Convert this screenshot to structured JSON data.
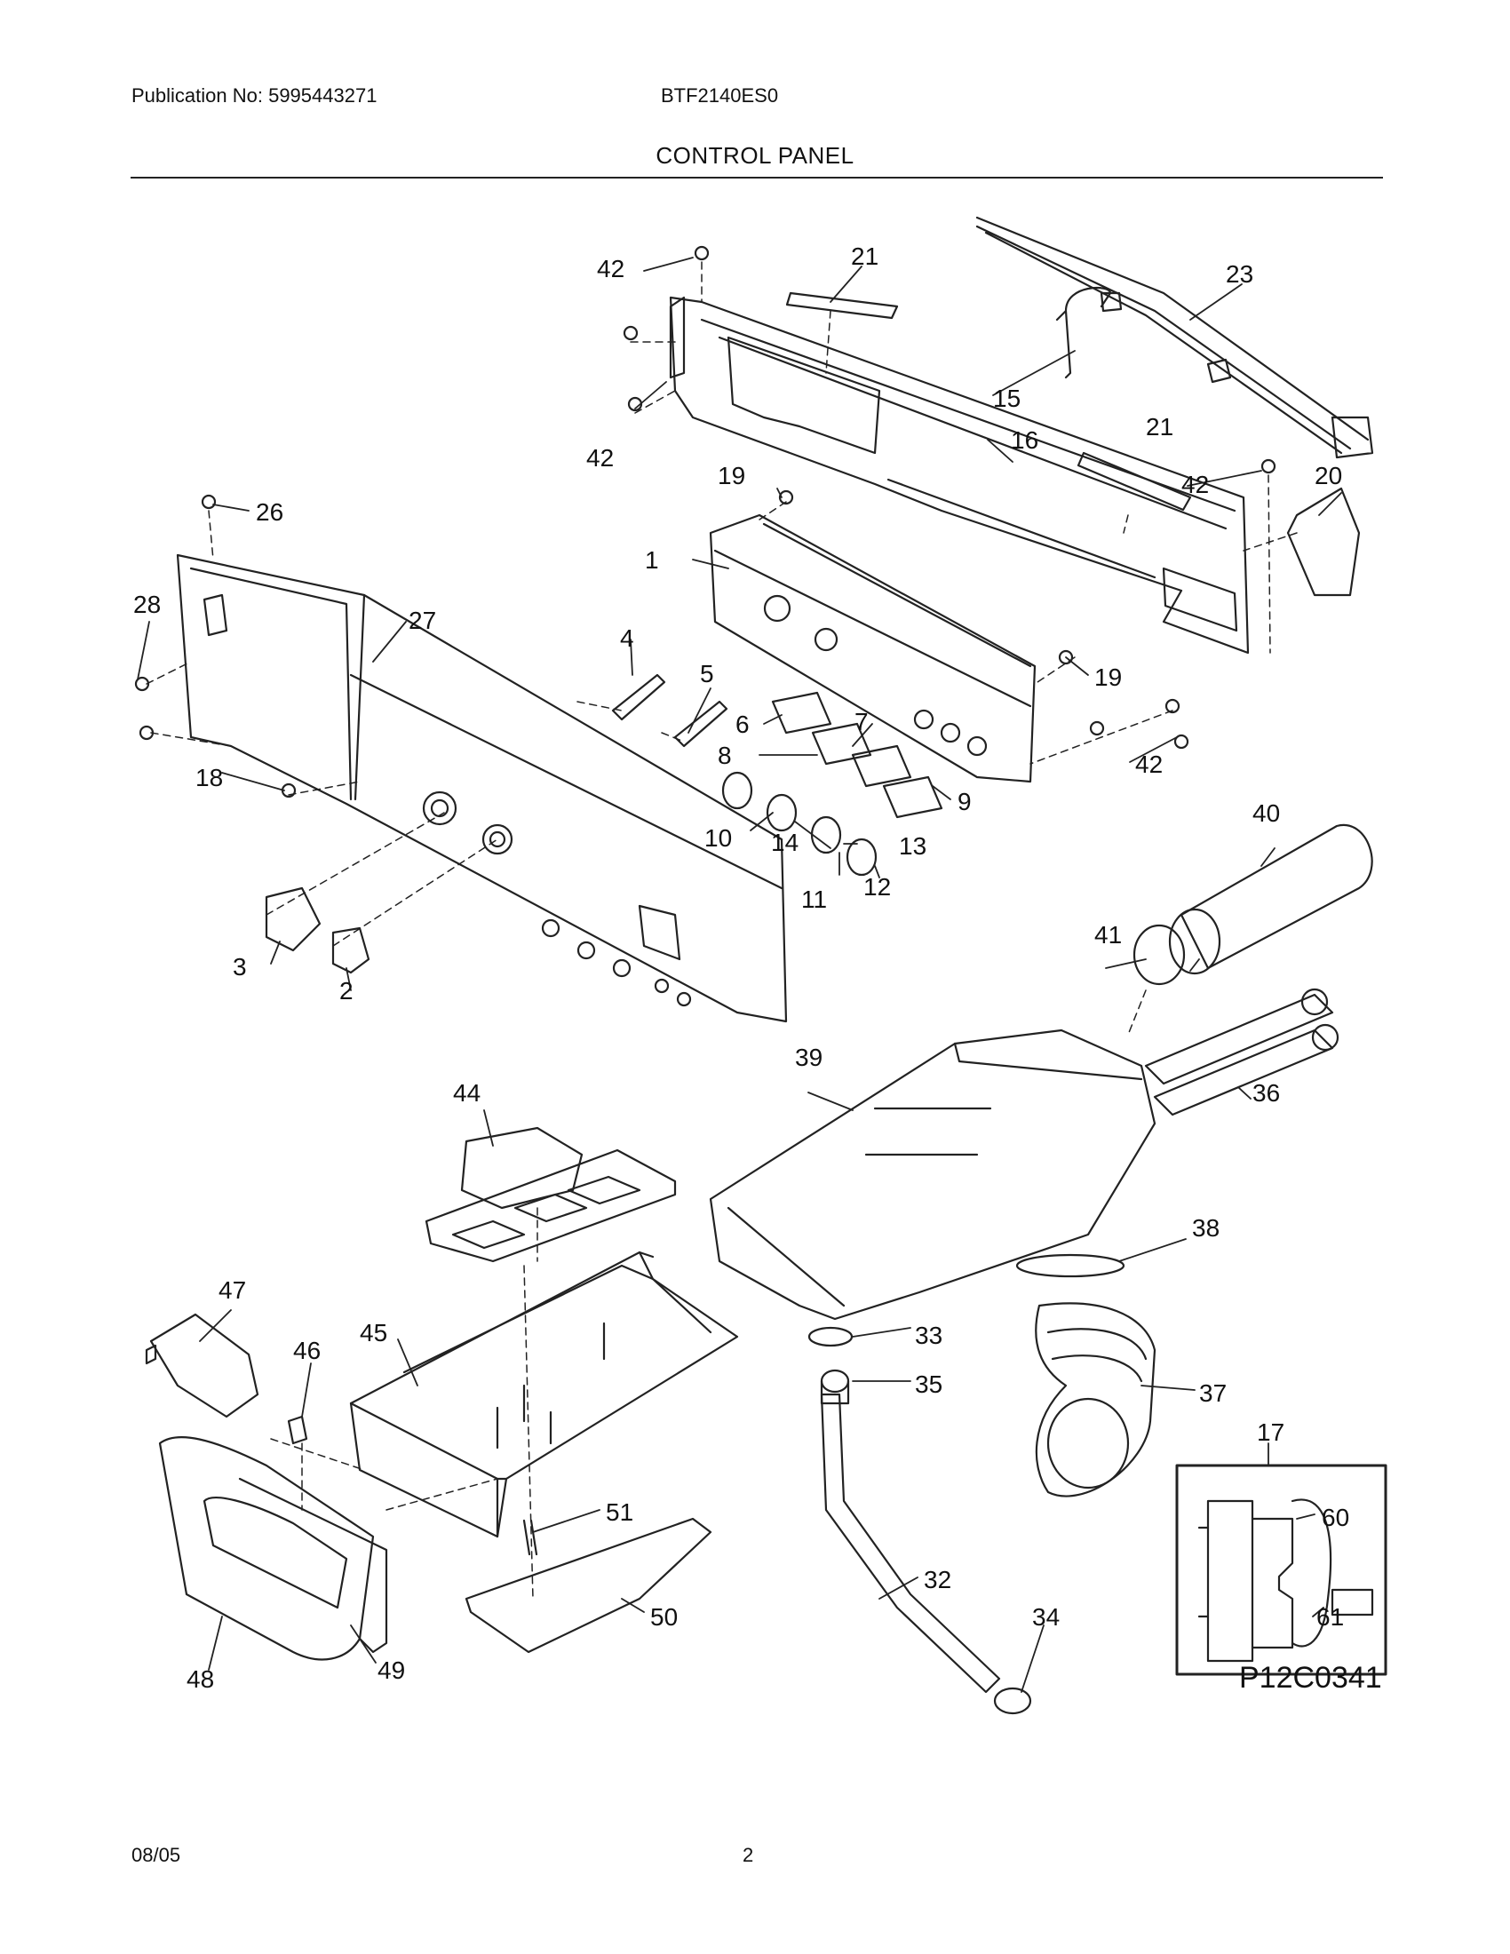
{
  "header": {
    "publication": "Publication No: 5995443271",
    "model": "BTF2140ES0",
    "title": "CONTROL PANEL"
  },
  "diagram": {
    "reference_code": "P12C0341",
    "callouts": [
      "42",
      "21",
      "23",
      "15",
      "42",
      "16",
      "21",
      "20",
      "42",
      "19",
      "26",
      "1",
      "28",
      "27",
      "4",
      "19",
      "5",
      "6",
      "7",
      "8",
      "18",
      "42",
      "9",
      "10",
      "13",
      "14",
      "12",
      "11",
      "3",
      "2",
      "40",
      "41",
      "39",
      "36",
      "44",
      "38",
      "47",
      "33",
      "46",
      "45",
      "35",
      "37",
      "17",
      "51",
      "60",
      "32",
      "61",
      "50",
      "34",
      "49",
      "48"
    ]
  },
  "footer": {
    "date": "08/05",
    "page": "2"
  }
}
